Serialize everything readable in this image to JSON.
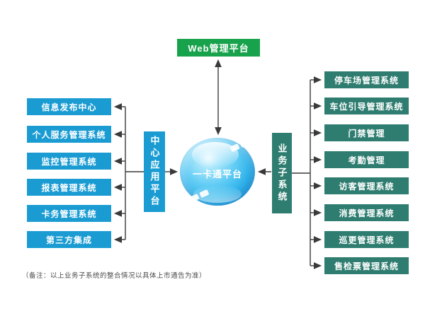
{
  "top_box": {
    "label": "Web管理平台"
  },
  "sphere": {
    "label": "一卡通平台"
  },
  "left_hub": {
    "label": "中心应用平台"
  },
  "right_hub": {
    "label": "业务子系统"
  },
  "left_column": {
    "items": [
      {
        "label": "信息发布中心"
      },
      {
        "label": "个人服务管理系统"
      },
      {
        "label": "监控管理系统"
      },
      {
        "label": "报表管理系统"
      },
      {
        "label": "卡务管理系统"
      },
      {
        "label": "第三方集成"
      }
    ]
  },
  "right_column": {
    "items": [
      {
        "label": "停车场管理系统"
      },
      {
        "label": "车位引导管理系统"
      },
      {
        "label": "门禁管理"
      },
      {
        "label": "考勤管理"
      },
      {
        "label": "访客管理系统"
      },
      {
        "label": "消费管理系统"
      },
      {
        "label": "巡更管理系统"
      },
      {
        "label": "售检票管理系统"
      }
    ]
  },
  "footnote": "（备注：以上业务子系统的整合情况以具体上市通告为准）",
  "colors": {
    "blue_box": "#1a9cd3",
    "teal_box": "#2e7d70",
    "green_box": "#18a24b",
    "line": "#3a3a3a",
    "sphere_base": "#35b5ec"
  }
}
